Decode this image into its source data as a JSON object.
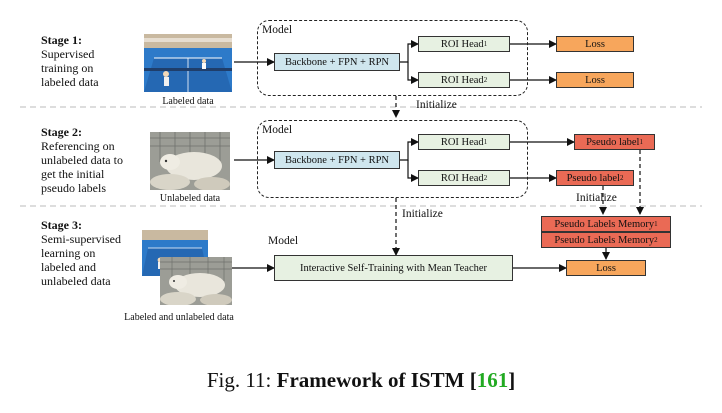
{
  "stage1": {
    "title": "Stage 1:",
    "lines": [
      "Supervised",
      "training on",
      "labeled data"
    ],
    "image_caption": "Labeled data",
    "model_label": "Model",
    "backbone": "Backbone + FPN + RPN",
    "roi_head_1": "ROI Head",
    "roi_head_1_sub": "1",
    "roi_head_2": "ROI Head",
    "roi_head_2_sub": "2",
    "loss_1": "Loss",
    "loss_2": "Loss"
  },
  "init_1": "Initialize",
  "stage2": {
    "title": "Stage 2:",
    "lines": [
      "Referencing on",
      "unlabeled data to",
      "get the initial",
      "pseudo labels"
    ],
    "image_caption": "Unlabeled data",
    "model_label": "Model",
    "backbone": "Backbone + FPN + RPN",
    "roi_head_1": "ROI Head",
    "roi_head_1_sub": "1",
    "roi_head_2": "ROI Head",
    "roi_head_2_sub": "2",
    "pseudo_1": "Pseudo label",
    "pseudo_1_sub": "1",
    "pseudo_2": "Pseudo label",
    "pseudo_2_sub": "2"
  },
  "init_2": "Initialize",
  "init_3": "Initialize",
  "stage3": {
    "title": "Stage 3:",
    "lines": [
      "Semi-supervised",
      "learning on",
      "labeled and",
      "unlabeled data"
    ],
    "image_caption": "Labeled and unlabeled data",
    "model_label": "Model",
    "ist_box": "Interactive Self-Training with Mean Teacher",
    "memory_1": "Pseudo Labels Memory",
    "memory_1_sub": "1",
    "memory_2": "Pseudo Labels Memory",
    "memory_2_sub": "2",
    "loss": "Loss"
  },
  "caption": {
    "prefix": "Fig. 11: ",
    "title": "Framework of ISTM [",
    "ref": "161",
    "suffix": "]"
  },
  "colors": {
    "blue_box": "#cfe6ee",
    "green_box": "#e7f1e2",
    "loss_orange": "#f7a65c",
    "pseudo_red": "#ea6a55",
    "ref_green": "#22aa22"
  }
}
